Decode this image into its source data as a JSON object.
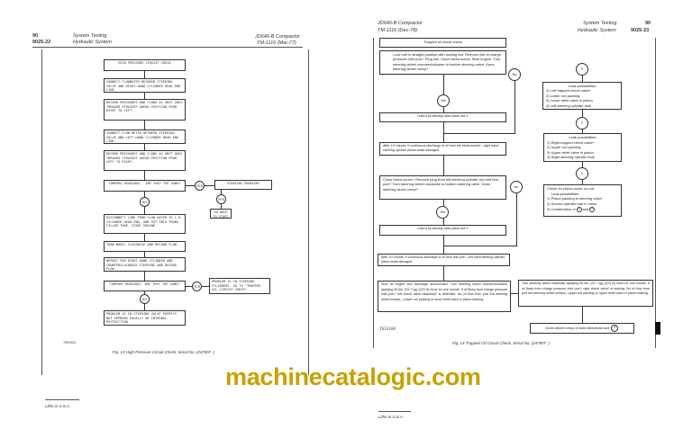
{
  "left_page": {
    "page_num": "90",
    "section_code": "9025-22",
    "title1": "System Testing",
    "title2": "Hydraulic System",
    "doc1": "JD646-B Compactor",
    "doc2": "TM-1116 (Mar-77)",
    "boxes": [
      "HIGH PRESSURE CIRCUIT CHECK",
      "CONNECT FLOWMATER BETWEEN STEERING VALVE AND RIGHT-HAND CYLINDER HEAD END LINE.",
      "RECORD PRESSURES AND FLOWS AS UNIT GOES THROUGH STRAIGHT AHEAD POSITION FROM RIGHT TO LEFT.",
      "CONNECT FLOW METER BETWEEN STEERING VALVE AND LEFT-HAND CYLINDER HEAD END LINE.",
      "RECORD PRESSURES AND FLOWS AS UNIT GOES THROUGH STRAIGHT AHEAD POSITION FROM LEFT TO RIGHT.",
      "COMPARE READINGS - ARE THEY THE SAME?",
      "STEERING PROBLEM?",
      "GO BACK TO START",
      "DISCONNECT LINE FROM FLOW RATER TO L.H. CYLINDER HEAD END, AND PUT INTO TRANS FILLER TUBE. START ENGINE",
      "TURN WHEEL CLOCKWISE AND RECORD FLOW",
      "REPEAT FOR RIGHT-HAND CYLINDER AND COUNTERCLOCKWISE STEERING AND RECORD FLOW",
      "COMPARE READINGS. ARE THEY THE SAME?",
      "PROBLEM IS IN STEERING CYLINDERS. GO TO \"TRAPPED OIL CIRCUIT CHECK\"",
      "PROBLEM IS IN STEERING VALVE POPPETS NOT OPENING EQUALLY OR INTERNAL RESTRICTION"
    ],
    "yes": "YES",
    "no": "NO",
    "code": "T60332S",
    "caption": "Fig. 13-High Pressure Circuit Check, Serial No. (247907-        )",
    "footer": "Litho in U.S.A."
  },
  "right_page": {
    "doc1": "JD646-B Compactor",
    "doc2": "TM-1116 (Dec-78)",
    "title1": "System Testing",
    "title2": "Hydraulic System",
    "page_num": "90",
    "section_code": "9025-23",
    "boxes": [
      "Trapped oil circuit check",
      "Lock unit in straight position with locking bar. Remove line at charge pressure inlet port.* Plug line. Open bleed screw. Start engine. Turn steering wheel counterclockwise to bottom steering valve. Does steering wheel creep?",
      "Leak is by steering valve piston see  Y",
      "After 1/2 minute, if continuous discharge of oil from the bleed screw*—right hand steering cylinder piston seals damaged.",
      "Close bleed screw.* Remove plug from left steering cylinder rod end test port.* Turn steering wheel clockwise to bottom steering valve. Does steering wheel creep?",
      "Leak is by steering valve piston see  Y",
      "After 1/2 minute, if continuous discharge of oil from test port*—left hand steering cylinder piston seals damaged.",
      "Shut off engine and discharge accumulator. Turn steering wheel counterclockwise applying 50 lbs. (22.7 kg) (223 N) force for one minute. If oil flows from charge pressure inlet port,* left check valve assembly* is defective. No oil flow from port but steering wheel creeps—Lower rod packing or lower relief valve in piston leaking.",
      "Turn steering wheel clockwise applying 50 lbs. (22.7 kg) (223 N) force for one minute. If oil flows from charge pressure inlet port,* right check valve* is leaking. No oil flow from port but steering wheel creeps—upper rod packing or upper relief valve in piston leaking.",
      "Does wheel creep in both directions see"
    ],
    "yes": "Yes",
    "no": "No",
    "x": "X",
    "y": "Y",
    "z": "Z",
    "leak_x": {
      "title": "Leak possibilities",
      "items": [
        "1) Left trapped check valve*",
        "2) Lower rod packing",
        "3) Lower relief valve in piston",
        "4) Left steering cylinder leak"
      ]
    },
    "leak_y": {
      "title": "Leak possibilities",
      "items": [
        "1) Right trapped check valve*",
        "2) Upper rod packing",
        "3) Upper relief valve in piston",
        "4) Right steering cylinder leak"
      ]
    },
    "check_z": {
      "title": "Check for piston loose on rod.",
      "subtitle": "Leak possibilities",
      "items": [
        "1) Piston packing in steering valve.",
        "2) Scored cylinder wall in valve."
      ],
      "combo": "3) Combination of",
      "and": "and"
    },
    "code": "T653168",
    "caption": "Fig. 14-Trapped Oil Circuit Check, Serial No. (247907-        )",
    "footer": "Litho in U.S.A."
  },
  "watermark": "machinecatalogic.com"
}
